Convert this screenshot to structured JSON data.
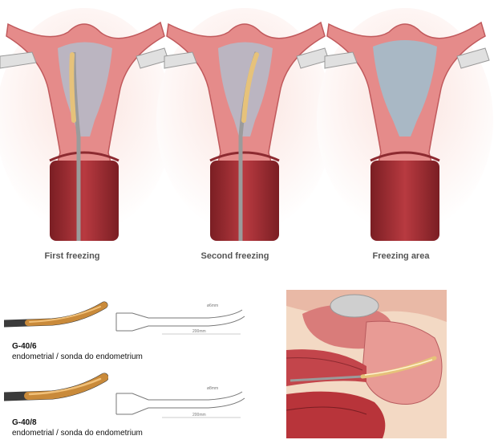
{
  "figure": {
    "captions": [
      "First freezing",
      "Second freezing",
      "Freezing area"
    ],
    "probes": [
      {
        "code": "G-40/6",
        "description": "endometrial / sonda do endometrium",
        "diameter_label": "ø6mm",
        "length_label": "200mm"
      },
      {
        "code": "G-40/8",
        "description": "endometrial / sonda do endometrium",
        "diameter_label": "ø8mm",
        "length_label": "200mm"
      }
    ]
  },
  "colors": {
    "tissue": "#e58b8a",
    "tissue_dark": "#b5323a",
    "freeze_zone": "#a9c8d8",
    "probe": "#c98a3a"
  }
}
